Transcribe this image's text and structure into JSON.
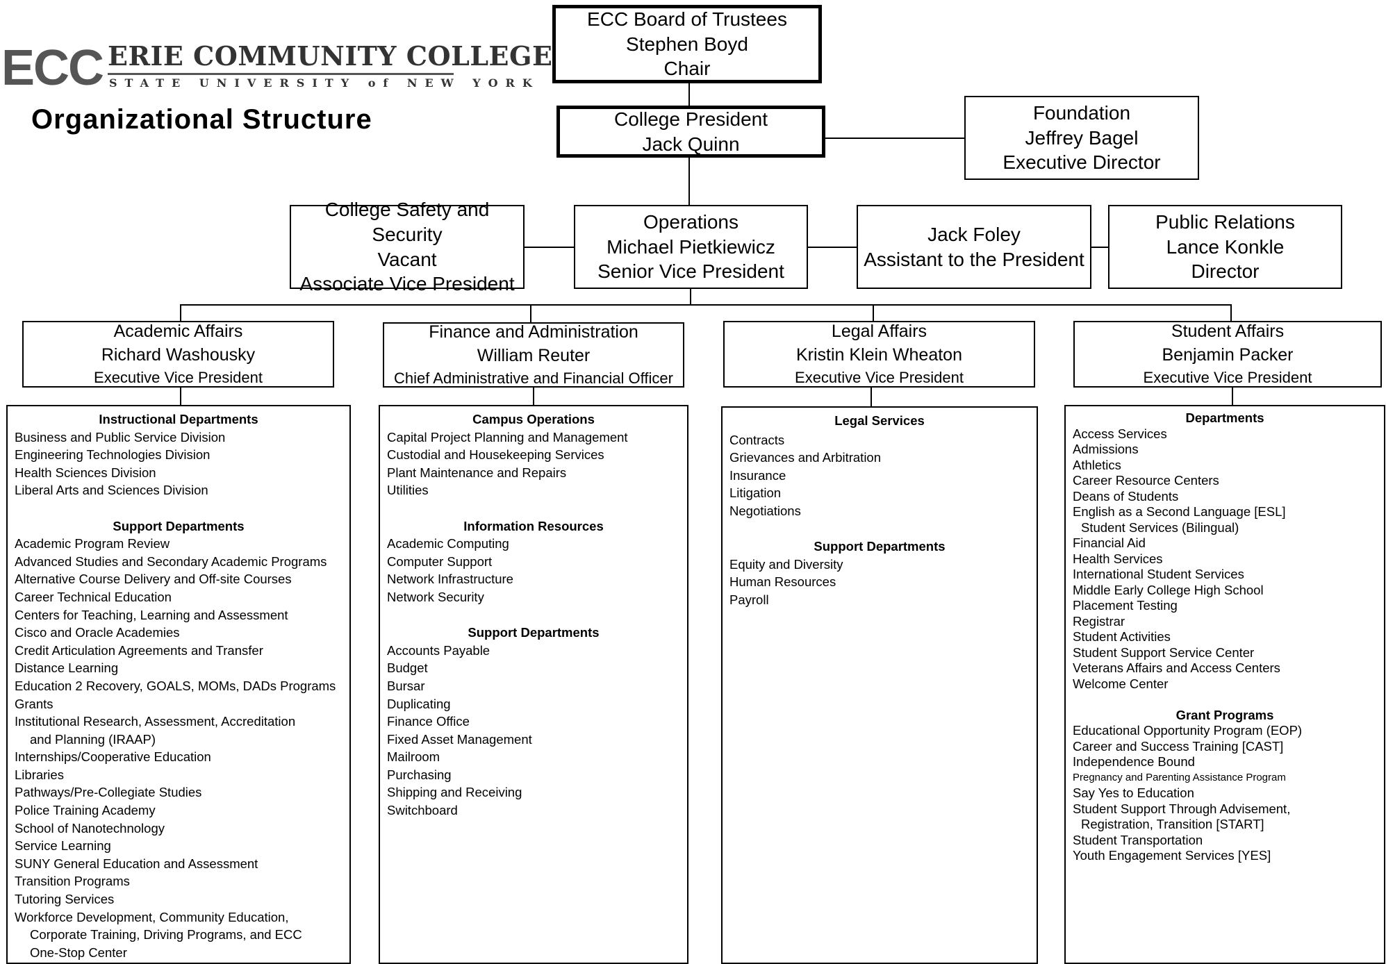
{
  "header": {
    "logo_mark": "ECC",
    "logo_name": "ERIE COMMUNITY COLLEGE",
    "logo_sub": "STATE UNIVERSITY of NEW YORK",
    "page_title": "Organizational Structure"
  },
  "board": {
    "l1": "ECC Board of Trustees",
    "l2": "Stephen Boyd",
    "l3": "Chair"
  },
  "president": {
    "l1": "College President",
    "l2": "Jack Quinn"
  },
  "foundation": {
    "l1": "Foundation",
    "l2": "Jeffrey Bagel",
    "l3": "Executive Director"
  },
  "safety": {
    "l1": "College Safety and Security",
    "l2": "Vacant",
    "l3": "Associate Vice President"
  },
  "operations": {
    "l1": "Operations",
    "l2": "Michael Pietkiewicz",
    "l3": "Senior Vice President"
  },
  "assistant": {
    "l1": "Jack Foley",
    "l2": "Assistant to the President"
  },
  "public_relations": {
    "l1": "Public Relations",
    "l2": "Lance Konkle",
    "l3": "Director"
  },
  "academic": {
    "l1": "Academic Affairs",
    "l2": "Richard Washousky",
    "l3": "Executive Vice President",
    "sec1_title": "Instructional Departments",
    "sec1": [
      "Business and Public Service Division",
      "Engineering Technologies Division",
      "Health Sciences Division",
      "Liberal Arts and Sciences Division"
    ],
    "sec2_title": "Support Departments",
    "sec2": [
      "Academic Program Review",
      "Advanced Studies and Secondary Academic Programs",
      "Alternative Course Delivery and Off-site Courses",
      "Career Technical Education",
      "Centers for Teaching, Learning and Assessment",
      "Cisco and Oracle Academies",
      "Credit Articulation Agreements and Transfer",
      "Distance Learning",
      "Education 2 Recovery, GOALS, MOMs, DADs Programs",
      "Grants",
      "Institutional Research, Assessment, Accreditation",
      "and Planning (IRAAP)",
      "Internships/Cooperative Education",
      "Libraries",
      "Pathways/Pre-Collegiate Studies",
      "Police Training Academy",
      "School of Nanotechnology",
      "Service Learning",
      "SUNY General Education and Assessment",
      "Transition Programs",
      "Tutoring Services",
      "Workforce Development, Community Education,",
      "Corporate Training, Driving Programs, and ECC",
      "One-Stop Center"
    ]
  },
  "finance": {
    "l1": "Finance and Administration",
    "l2": "William Reuter",
    "l3": "Chief Administrative and Financial Officer",
    "sec1_title": "Campus Operations",
    "sec1": [
      "Capital Project Planning and Management",
      "Custodial and Housekeeping Services",
      "Plant Maintenance and Repairs",
      "Utilities"
    ],
    "sec2_title": "Information Resources",
    "sec2": [
      "Academic Computing",
      "Computer Support",
      "Network Infrastructure",
      "Network Security"
    ],
    "sec3_title": "Support Departments",
    "sec3": [
      "Accounts Payable",
      "Budget",
      "Bursar",
      "Duplicating",
      "Finance Office",
      "Fixed Asset Management",
      "Mailroom",
      "Purchasing",
      "Shipping and Receiving",
      "Switchboard"
    ]
  },
  "legal": {
    "l1": "Legal Affairs",
    "l2": "Kristin Klein Wheaton",
    "l3": "Executive Vice President",
    "sec1_title": "Legal Services",
    "sec1": [
      "Contracts",
      "Grievances and Arbitration",
      "Insurance",
      "Litigation",
      "Negotiations"
    ],
    "sec2_title": "Support Departments",
    "sec2": [
      "Equity and Diversity",
      "Human Resources",
      "Payroll"
    ]
  },
  "student": {
    "l1": "Student Affairs",
    "l2": "Benjamin Packer",
    "l3": "Executive Vice President",
    "sec1_title": "Departments",
    "sec1": [
      "Access Services",
      "Admissions",
      "Athletics",
      "Career Resource Centers",
      "Deans of Students",
      "English as a Second Language [ESL]",
      "Student Services (Bilingual)",
      "Financial Aid",
      "Health Services",
      "International Student Services",
      "Middle Early College High School",
      "Placement Testing",
      "Registrar",
      "Student Activities",
      "Student Support Service Center",
      "Veterans Affairs and Access Centers",
      "Welcome Center"
    ],
    "sec2_title": "Grant Programs",
    "sec2": [
      "Educational Opportunity Program (EOP)",
      "Career and Success Training [CAST]",
      "Independence Bound",
      "Pregnancy and Parenting Assistance Program",
      "Say Yes to Education",
      "Student Support Through Advisement,",
      "Registration, Transition [START]",
      "Student Transportation",
      "Youth Engagement Services [YES]"
    ]
  }
}
